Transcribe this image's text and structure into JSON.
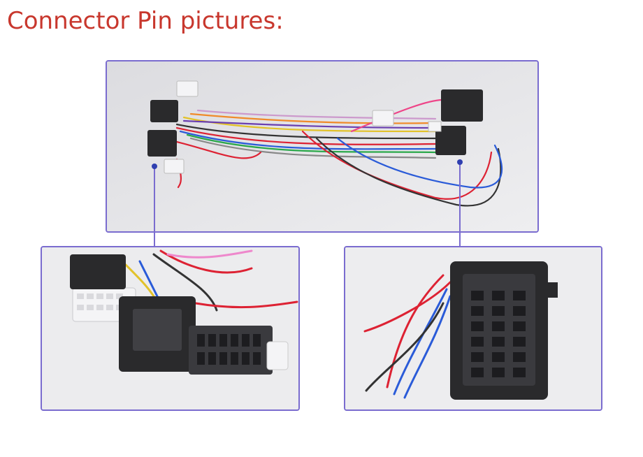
{
  "header": {
    "title": "Connector Pin pictures:"
  },
  "colors": {
    "title": "#c8372d",
    "panel_border": "#7a6ccf",
    "callout_line": "#7a6ccf",
    "callout_dot": "#2f3fb0",
    "connector_black": "#2a2a2c",
    "connector_white": "#f4f4f6"
  },
  "images": [
    {
      "name": "wiring-harness-overview",
      "role": "main photo"
    },
    {
      "name": "pin-connector-closeup-left",
      "role": "detail photo"
    },
    {
      "name": "pin-connector-closeup-right",
      "role": "detail photo"
    }
  ]
}
